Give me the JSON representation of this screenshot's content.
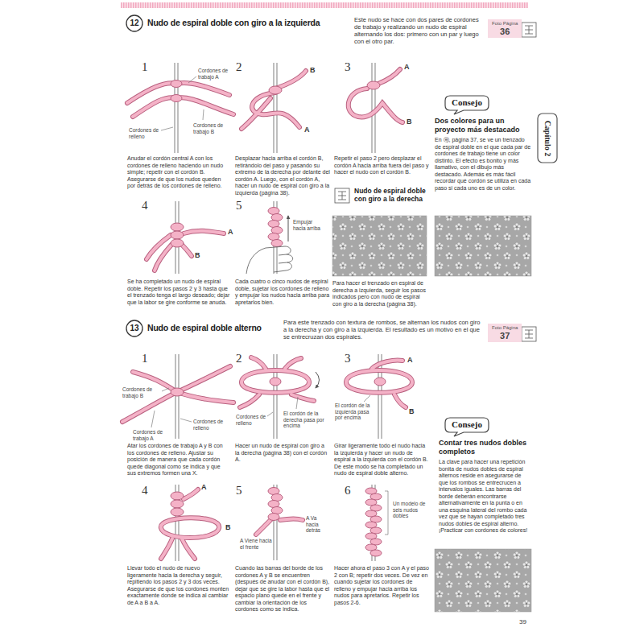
{
  "diagram": {
    "nodes": [
      {
        "text": [
          "12"
        ]
      },
      {
        "text": [
          "Foto Página",
          "36"
        ]
      },
      {
        "text": [
          "Consejo"
        ]
      },
      {
        "text": [
          "Capítulo 2"
        ]
      },
      {
        "text": [
          "13"
        ]
      },
      {
        "text": [
          "Foto Página",
          "37"
        ]
      },
      {
        "text": [
          "Consejo"
        ]
      }
    ],
    "labels": [
      "Nudo de espiral doble con giro a la izquierda",
      "Este nudo se hace con dos pares de cordones de trabajo y realizando un nudo de espiral alternando los dos: primero con un par y luego con el otro par.",
      "1",
      "Cordones de trabajo A",
      "Cordones de trabajo B",
      "Cordones de relleno",
      "Anudar el cordón central A con los cordones de relleno haciendo un nudo simple; repetir con el cordón B. Asegurarse de que los nudos queden por detrás de los cordones de relleno.",
      "2",
      "B",
      "A",
      "Desplazar hacia arriba el cordón B, retirándolo del paso y pasando su extremo de la derecha por delante del cordón A. Luego, con el cordón A, hacer un nudo de espiral con giro a la izquierda (página 38).",
      "3",
      "A",
      "B",
      "Repetir el paso 2 pero desplazar el cordón A hacia arriba fuera del paso y hacer el nudo con el cordón B.",
      "Dos colores para un proyecto más destacado",
      "En ⓔ, página 37, se ve un trenzado de espiral doble en el que cada par de cordones de trabajo tiene un color distinto. El efecto es bonito y más llamativo, con el dibujo más destacado. Además es más fácil recordar qué cordón se utiliza en cada paso si cada uno es de un color.",
      "4",
      "A",
      "B",
      "Se ha completado un nudo de espiral doble. Repetir los pasos 2 y 3 hasta que el trenzado tenga el largo deseado; dejar que la labor se gire conforme se anuda.",
      "5",
      "Empujar hacia arriba",
      "Cada cuatro o cinco nudos de espiral doble, sujetar los cordones de relleno y empujar los nudos hacia arriba para apretarlos bien.",
      "Nudo de espiral doble con giro a la derecha",
      "Para hacer el trenzado en espiral de derecha a izquierda, seguir los pasos indicados pero con nudo de espiral con giro a la derecha (página 38).",
      "Nudo de espiral doble alterno",
      "Para este trenzado con textura de rombos, se alternan los nudos con giro a la derecha y con giro a la izquierda. El resultado es un motivo en el que se entrecruzan dos espirales.",
      "1",
      "Cordones de trabajo B",
      "Cordones de trabajo A",
      "Cordones de relleno",
      "Atar los cordones de trabajo A y B con los cordones de relleno. Ajustar su posición de manera que cada cordón quede diagonal como se indica y que sus extremos formen una X.",
      "2",
      "Cordones de relleno",
      "El cordón de la derecha pasa por encima",
      "Hacer un nudo de espiral con giro a la derecha (página 38) con el cordón A.",
      "3",
      "El cordón de la izquierda pasa por encima",
      "A",
      "B",
      "Girar ligeramente todo el nudo hacia la izquierda y hacer un nudo de espiral a la izquierda con el cordón B. De este modo se ha completado un nudo de espiral doble alterno.",
      "Contar tres nudos dobles completos",
      "La clave para hacer una repetición bonita de nudos dobles de espiral alternos reside en asegurarse de que los rombos se entrecrucen a intervalos iguales. Las barras del borde deberán encontrarse alternativamente en la punta o en una esquina lateral del rombo cada vez que se hayan completado tres nudos dobles de espiral alterno. ¡Practicar con cordones de colores!",
      "4",
      "A",
      "B",
      "Llevar todo el nudo de nuevo ligeramente hacia la derecha y seguir, repitiendo los pasos 2 y 3 dos veces. Asegurarse de que los cordones monten exactamente donde se indica al cambiar de A a B a A.",
      "5",
      "A Viene hacia el frente",
      "A Va hacia detrás",
      "Cuando las barras del borde de los cordones A y B se encuentren (después de anudar con el cordón B), dejar que se gire la labor hasta que el espacio plano quede en el frente y cambiar la orientación de los cordones como se indica.",
      "6",
      "Un modelo de seis nudos dobles",
      "Hacer ahora el paso 3 con A y el paso 2 con B; repetir dos veces. De vez en cuando sujetar los cordones de relleno y empujar hacia arriba los nudos para apretarlos. Repetir los pasos 2-6.",
      "39"
    ]
  }
}
